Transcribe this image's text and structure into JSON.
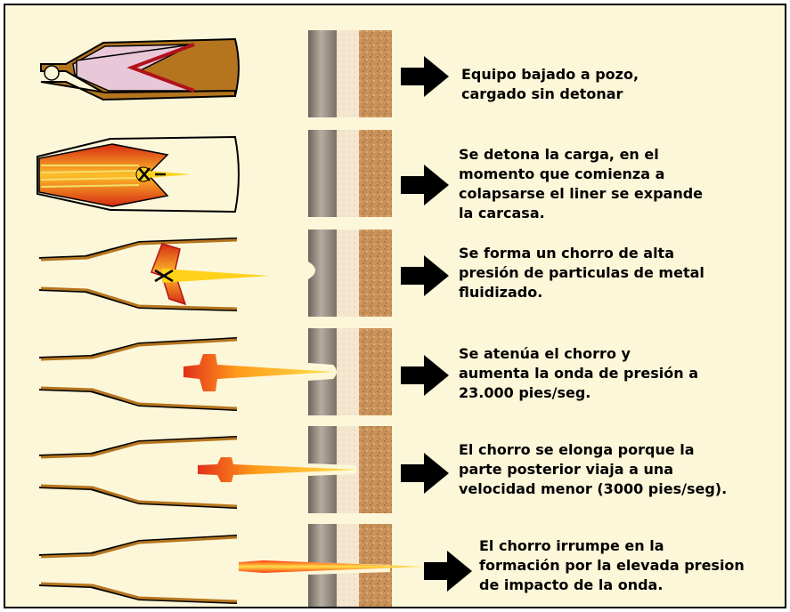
{
  "colors": {
    "background": "#fdf7d9",
    "liner": "#e8c8d8",
    "charge_red": "#cc1f12",
    "jet_yellow": "#ffd21a",
    "jet_orange": "#ff8a00",
    "casing_gray": "#8a7f73",
    "cement": "#f4e6cf",
    "formation": "#c9925a",
    "gun_outline": "#000000",
    "gun_brown": "#b5751e"
  },
  "icons": [
    "right-arrow-icon"
  ],
  "stages": [
    {
      "id": "stage-1",
      "lines": [
        "Equipo bajado a pozo,",
        "cargado sin detonar"
      ]
    },
    {
      "id": "stage-2",
      "lines": [
        "Se detona la carga, en el",
        "momento que comienza a",
        "colapsarse el liner se expande",
        "la carcasa."
      ]
    },
    {
      "id": "stage-3",
      "lines": [
        "Se forma un chorro de alta",
        "presión de particulas de metal",
        "fluidizado."
      ]
    },
    {
      "id": "stage-4",
      "lines": [
        "Se atenúa el chorro y",
        "aumenta la onda de presión a",
        "23.000 pies/seg."
      ]
    },
    {
      "id": "stage-5",
      "lines": [
        "El chorro se elonga porque la",
        "parte posterior viaja a una",
        "velocidad menor (3000 pies/seg)."
      ]
    },
    {
      "id": "stage-6",
      "lines": [
        "El chorro irrumpe en la",
        "formación por la elevada presion",
        "de impacto de la onda."
      ]
    }
  ]
}
